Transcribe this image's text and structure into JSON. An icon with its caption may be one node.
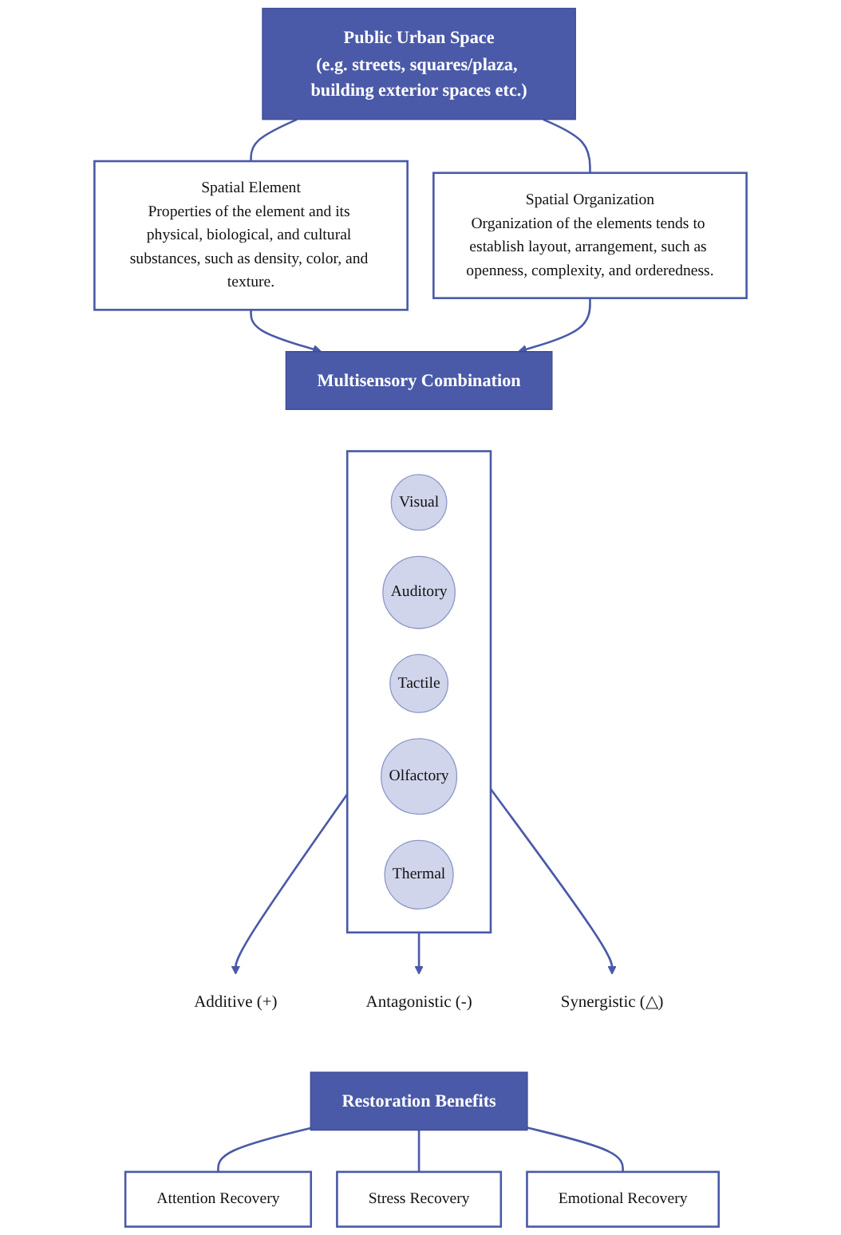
{
  "diagram": {
    "nodes": [
      {
        "text": [
          "Public Urban Space",
          "(e.g. streets, squares/plaza, building exterior spaces etc.)"
        ]
      },
      {
        "text": [
          "Spatial Element",
          "Properties of the element and its physical, biological, and cultural substances, such as density, color, and texture."
        ]
      },
      {
        "text": [
          "Spatial Organization",
          "Organization of the elements tends to establish layout, arrangement, such as openness, complexity, and orderedness."
        ]
      },
      {
        "text": [
          "Multisensory Combination"
        ]
      },
      {
        "text": [],
        "shape": "box"
      },
      {
        "text": [
          "Visual"
        ],
        "in": 4
      },
      {
        "text": [
          "Auditory"
        ],
        "in": 4
      },
      {
        "text": [
          "Tactile"
        ],
        "in": 4
      },
      {
        "text": [
          "Olfactory"
        ],
        "in": 4
      },
      {
        "text": [
          "Thermal"
        ],
        "in": 4
      },
      {
        "text": [
          "Additive (+)"
        ]
      },
      {
        "text": [
          "Antagonistic (-)"
        ]
      },
      {
        "text": [
          "Synergistic (△)"
        ]
      },
      {
        "text": [
          "Restoration Benefits"
        ]
      },
      {
        "text": [
          "Attention Recovery"
        ]
      },
      {
        "text": [
          "Stress Recovery"
        ]
      },
      {
        "text": [
          "Emotional Recovery"
        ]
      }
    ],
    "edges": [
      {
        "from": 0,
        "to": 1,
        "arrow": "none"
      },
      {
        "from": 0,
        "to": 2,
        "arrow": "none"
      },
      {
        "from": 1,
        "to": 3,
        "arrow": "to"
      },
      {
        "from": 2,
        "to": 3,
        "arrow": "to"
      },
      {
        "from": 4,
        "to": 10,
        "arrow": "to"
      },
      {
        "from": 4,
        "to": 11,
        "arrow": "to"
      },
      {
        "from": 4,
        "to": 12,
        "arrow": "to"
      },
      {
        "from": 13,
        "to": 14,
        "arrow": "none"
      },
      {
        "from": 13,
        "to": 15,
        "arrow": "none"
      },
      {
        "from": 13,
        "to": 16,
        "arrow": "none"
      }
    ]
  }
}
